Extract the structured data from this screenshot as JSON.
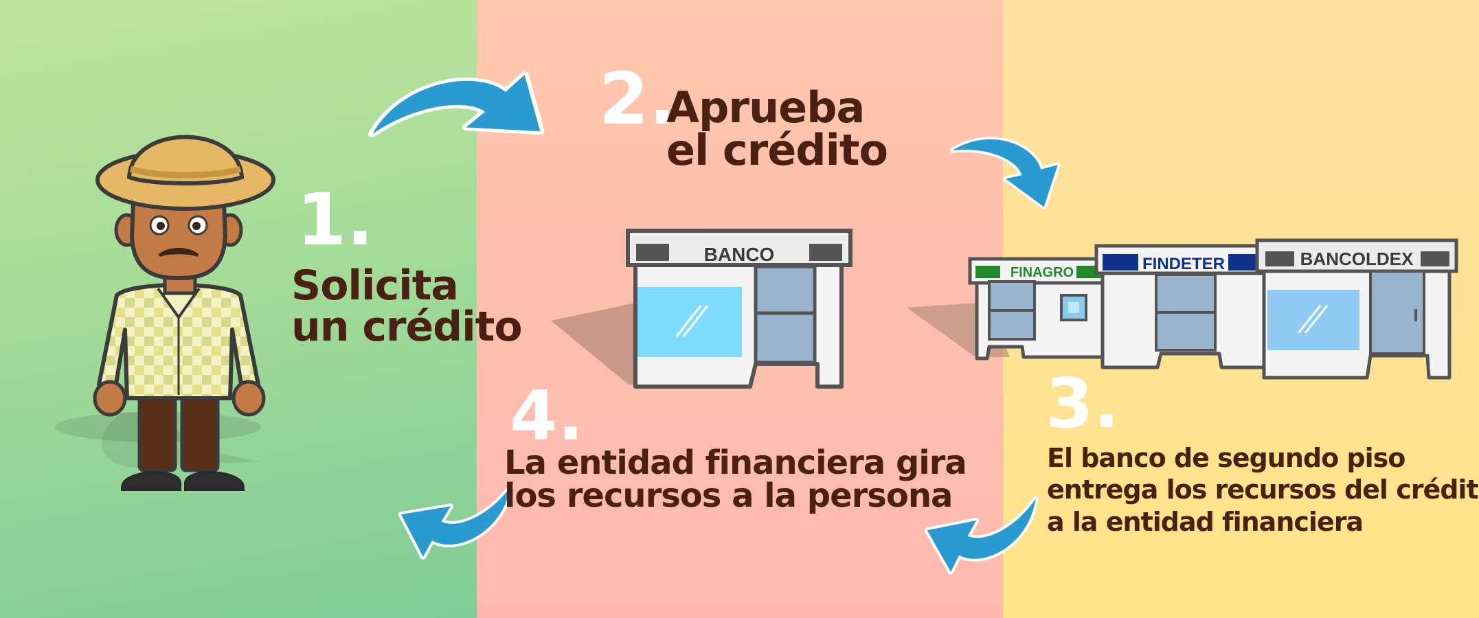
{
  "colors": {
    "panel_green": "#a4dc98",
    "panel_pink": "#ffbfad",
    "panel_yellow": "#ffe392",
    "arrow_blue": "#2a9bd1",
    "text_brown": "#4a2011",
    "step_number": "#ffffff",
    "finagro_green": "#1e8a2a",
    "findeter_blue": "#10318c"
  },
  "steps": [
    {
      "number": "1.",
      "lines": [
        "Solicita",
        "un crédito"
      ]
    },
    {
      "number": "2.",
      "lines": [
        "Aprueba",
        "el crédito"
      ]
    },
    {
      "number": "3.",
      "lines": [
        "El banco de segundo piso",
        "entrega los recursos del crédito",
        "a la entidad financiera"
      ]
    },
    {
      "number": "4.",
      "lines": [
        "La entidad financiera gira",
        "los recursos a la persona"
      ]
    }
  ],
  "banks": {
    "first_tier": "BANCO",
    "second_tier": [
      "FINAGRO",
      "FINDETER",
      "BANCOLDEX"
    ]
  },
  "icons": {
    "person": "farmer-icon",
    "bank": "bank-building-icon",
    "arrow": "curved-arrow-icon"
  }
}
